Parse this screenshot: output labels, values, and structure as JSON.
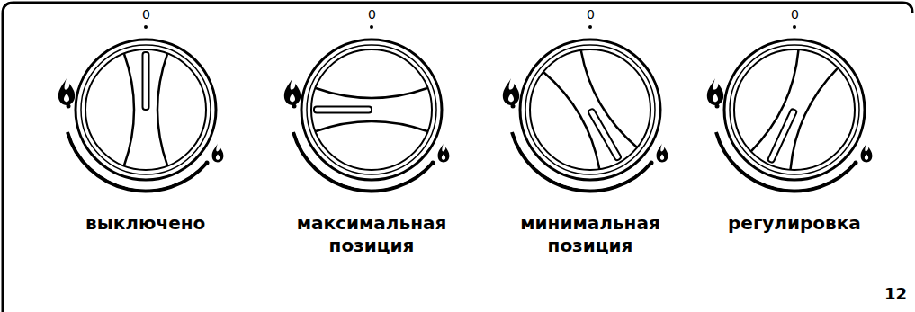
{
  "diagram": {
    "labels": [
      "0",
      "0",
      "0",
      "0",
      "выключено",
      "максимальная позиция",
      "минимальная позиция",
      "регулировка",
      "12"
    ]
  }
}
